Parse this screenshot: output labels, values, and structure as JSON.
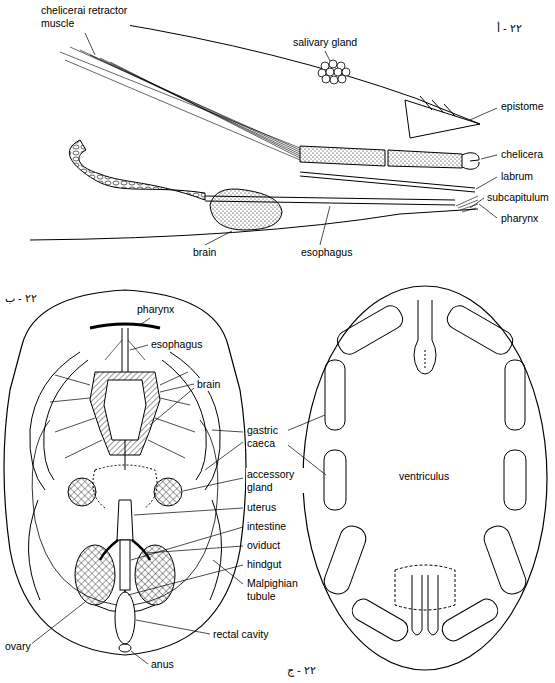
{
  "diagram": {
    "labels": [
      "chelicerai retractor muscle",
      "salivary gland",
      "٢٢ - أ",
      "epistome",
      "chelicera",
      "labrum",
      "subcapitulum",
      "pharynx",
      "brain",
      "esophagus",
      "٢٢ - ب",
      "pharynx",
      "esophagus",
      "brain",
      "gastric caeca",
      "accessory gland",
      "uterus",
      "intestine",
      "oviduct",
      "hindgut",
      "Malpighian tubule",
      "ovary",
      "rectal cavity",
      "anus",
      "ventriculus",
      "٢٢ - ج"
    ]
  }
}
